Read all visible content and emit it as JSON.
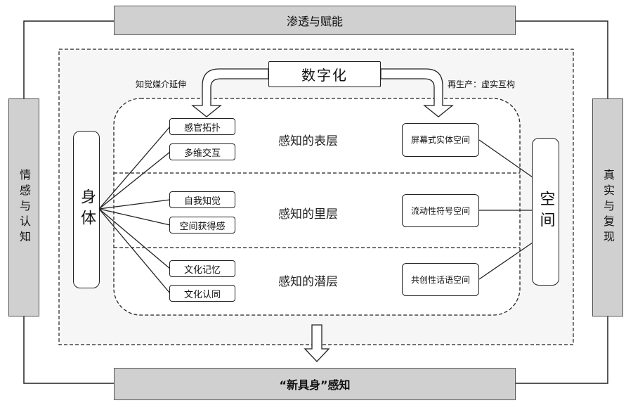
{
  "top_banner": "渗透与赋能",
  "bottom_banner": "“新具身”感知",
  "left_banner": "情感与认知",
  "right_banner": "真实与复现",
  "center_top": "数字化",
  "left_annotation": "知觉媒介延伸",
  "right_annotation": "再生产：虚实互构",
  "body_label": "身体",
  "space_label": "空间",
  "layers": [
    "感知的表层",
    "感知的里层",
    "感知的潜层"
  ],
  "body_nodes": [
    "感官拓扑",
    "多维交互",
    "自我知觉",
    "空间获得感",
    "文化记忆",
    "文化认同"
  ],
  "space_nodes": [
    "屏幕式实体空间",
    "流动性符号空间",
    "共创性话语空间"
  ]
}
